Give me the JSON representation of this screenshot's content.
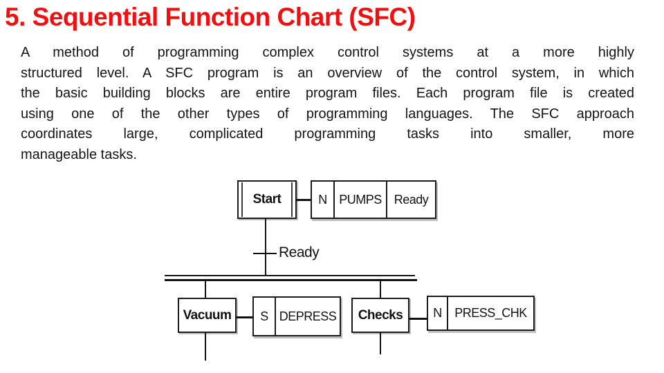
{
  "slide": {
    "title": "5. Sequential Function Chart (SFC)",
    "body_lines": [
      "A method of programming complex control systems at a more highly",
      "structured level. A SFC program is an overview of the control system, in which",
      "the basic building blocks are entire program files. Each program file is created",
      "using one of the other types of programming languages. The SFC approach",
      "coordinates large, complicated programming tasks into smaller, more",
      "manageable tasks."
    ]
  },
  "colors": {
    "title_red": "#f20f0f",
    "body_text": "#141414",
    "diagram_line": "#111111"
  },
  "diagram": {
    "type": "sequential-function-chart",
    "steps": {
      "start": {
        "label": "Start",
        "initial": true
      },
      "vacuum": {
        "label": "Vacuum",
        "initial": false
      },
      "checks": {
        "label": "Checks",
        "initial": false
      }
    },
    "transition": {
      "label": "Ready"
    },
    "action_blocks": {
      "pumps": {
        "qualifier": "N",
        "action": "PUMPS",
        "indicator": "Ready"
      },
      "depress": {
        "qualifier": "S",
        "action": "DEPRESS"
      },
      "press_chk": {
        "qualifier": "N",
        "action": "PRESS_CHK"
      }
    }
  }
}
